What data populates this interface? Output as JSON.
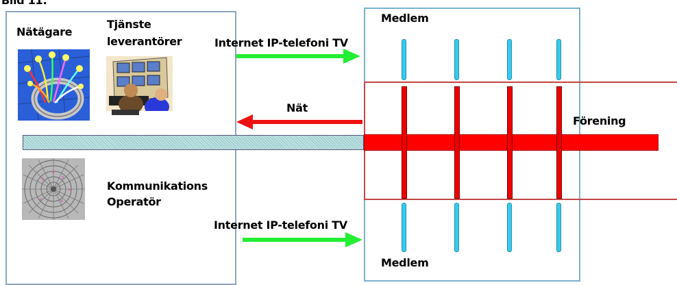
{
  "header": {
    "caption": "Bild 11:"
  },
  "left_box": {
    "owner_label": "Nätägare",
    "provider_label_line1": "Tjänste",
    "provider_label_line2": "leverantörer",
    "operator_label_line1": "Kommunikations",
    "operator_label_line2": "Operatör"
  },
  "arrows": {
    "top_services": "Internet IP-telefoni TV",
    "network": "Nät",
    "bottom_services": "Internet IP-telefoni TV"
  },
  "right_side": {
    "member_top": "Medlem",
    "association": "Förening",
    "member_bottom": "Medlem"
  },
  "colors": {
    "box_border": "#8aa4c0",
    "member_box_border": "#7ab0cc",
    "association_border": "#c24444",
    "association_fill": "#ff0000",
    "green_arrow": "#22ee33",
    "red_arrow": "#ee1111",
    "cyan_bar": "#33ccee",
    "backbone_fill": "#bde3e3"
  },
  "icons": [
    "fiber-optic-icon",
    "service-provider-icon",
    "operator-disc-icon"
  ]
}
